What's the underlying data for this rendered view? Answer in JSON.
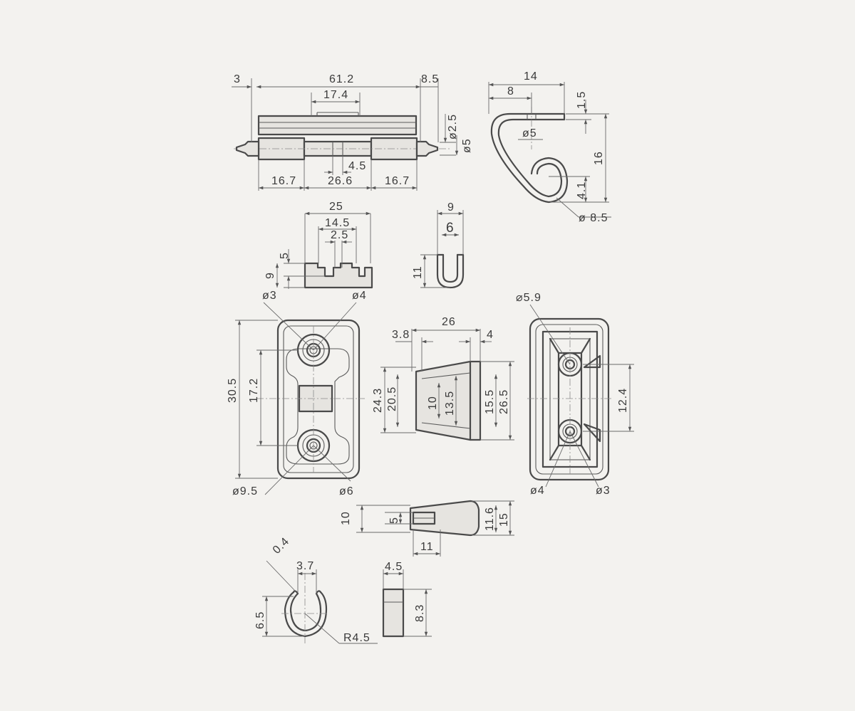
{
  "colors": {
    "paper": "#f3f2ef",
    "line": "#4a4a4a",
    "dimension": "#6a6a6a"
  },
  "hinge_front": {
    "overall_width": "61.2",
    "left_pin": "3",
    "right_pin": "8.5",
    "center_gap": "17.4",
    "pin_dia": "ø2.5",
    "body_dia": "ø5",
    "slot": "4.5",
    "left_knuckle": "16.7",
    "center_knuckle": "26.6",
    "right_knuckle": "16.7"
  },
  "hook_side": {
    "width": "14",
    "offset": "8",
    "thickness": "1.5",
    "height": "16",
    "hole_dia": "ø5",
    "gap": "4.1",
    "eye_dia": "ø 8.5"
  },
  "bracket_side": {
    "width": "25",
    "slot_span": "14.5",
    "slot_width": "2.5",
    "slot_depth": "5",
    "height": "9"
  },
  "u_clip": {
    "width": "9",
    "inner": "6",
    "height": "11"
  },
  "plate_top": {
    "height": "30.5",
    "pitch": "17.2",
    "hole_small": "ø3",
    "hole_large": "ø4",
    "counterbore": "ø9.5",
    "boss": "ø6"
  },
  "insert_side": {
    "length": "26",
    "lip": "3.8",
    "tip": "4",
    "outer_height": "24.3",
    "inner_height": "20.5",
    "slot": "10",
    "waist": "13.5",
    "tip_inner": "15.5",
    "tip_outer": "26.5"
  },
  "plate_bottom": {
    "boss_dia": "⌀5.9",
    "pitch": "12.4",
    "hole_large": "ø4",
    "hole_small": "ø3"
  },
  "insert_end": {
    "height": "10",
    "slot": "5",
    "length": "11",
    "tip_height": "11.6",
    "flange": "15"
  },
  "spring_clip": {
    "wire": "0.4",
    "opening": "3.7",
    "height": "6.5",
    "radius": "R4.5"
  },
  "pin_block": {
    "width": "4.5",
    "height": "8.3"
  }
}
